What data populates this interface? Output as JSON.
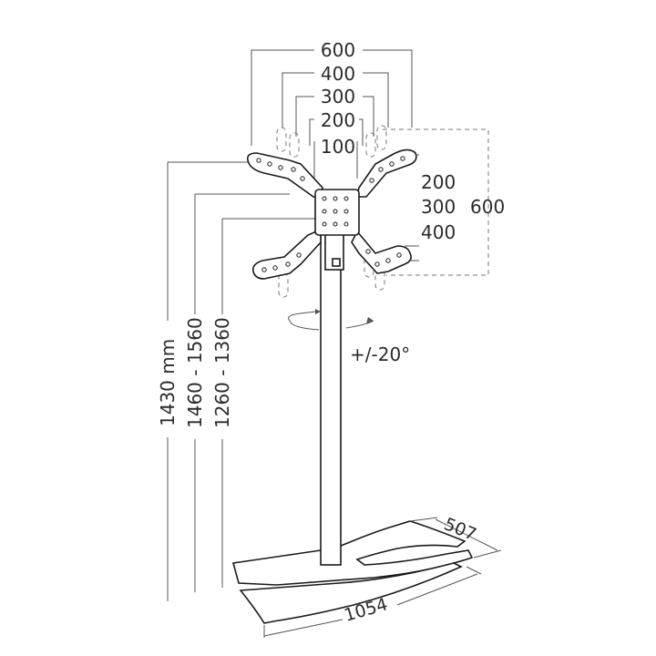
{
  "vesa_widths": [
    "600",
    "400",
    "300",
    "200",
    "100"
  ],
  "vesa_heights": [
    "200",
    "300",
    "400"
  ],
  "vesa_height_max": "600",
  "heights": [
    "1430 mm",
    "1460 - 1560",
    "1260 - 1360"
  ],
  "rotation": "+/-20°",
  "base_depth": "507",
  "base_width": "1054",
  "colors": {
    "line": "#1a1a1a",
    "text": "#2b2b2b",
    "dimension": "#555555"
  }
}
